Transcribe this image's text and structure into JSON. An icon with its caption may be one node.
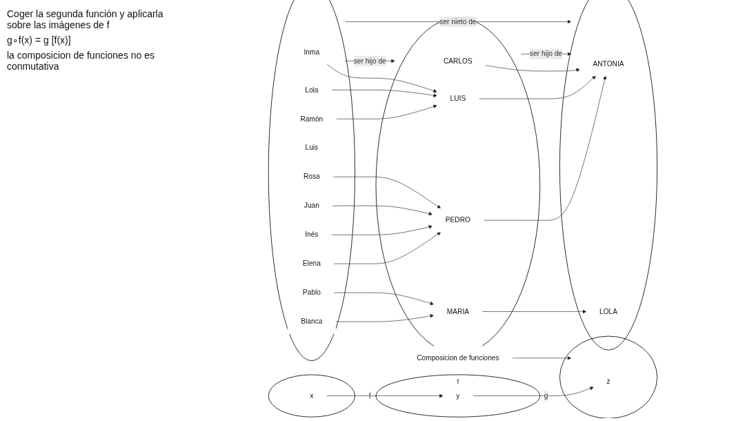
{
  "diagram": {
    "nodes": [
      {
        "text": [],
        "shape": "circle"
      },
      {
        "text": [
          "x"
        ],
        "in": 0
      },
      {
        "text": [
          "f"
        ]
      },
      {
        "text": [
          "y"
        ],
        "in": 2
      },
      {
        "text": [],
        "shape": "circle"
      },
      {
        "text": [
          "z"
        ],
        "in": 4
      },
      {
        "text": [
          "Composicion de funciones"
        ]
      },
      {
        "text": [],
        "shape": "circle"
      },
      {
        "text": [
          "Inma"
        ],
        "in": 7
      },
      {
        "text": [
          "Lola"
        ],
        "in": 7
      },
      {
        "text": [
          "Ramón"
        ],
        "in": 7
      },
      {
        "text": [
          "Luis"
        ],
        "in": 7
      },
      {
        "text": [
          "Rosa"
        ],
        "in": 7
      },
      {
        "text": [
          "Juan"
        ],
        "in": 7
      },
      {
        "text": [
          "Inés"
        ],
        "in": 7
      },
      {
        "text": [
          "Elena"
        ],
        "in": 7
      },
      {
        "text": [
          "Pablo"
        ],
        "in": 7
      },
      {
        "text": [
          "Blanca"
        ],
        "in": 7
      },
      {
        "text": [],
        "shape": "circle"
      },
      {
        "text": [
          "CARLOS"
        ],
        "in": 18
      },
      {
        "text": [
          "PEDRO"
        ],
        "in": 18
      },
      {
        "text": [
          "LUIS"
        ],
        "in": 18
      },
      {
        "text": [
          "MARIA"
        ],
        "in": 18
      },
      {
        "text": [],
        "shape": "circle"
      },
      {
        "text": [
          "ANTONIA"
        ],
        "in": 23
      },
      {
        "text": [
          "LOLA"
        ],
        "in": 23
      }
    ],
    "edges": [
      {
        "from": 1,
        "to": 3,
        "arrow": "to",
        "label": "f"
      },
      {
        "from": 3,
        "to": 5,
        "arrow": "to",
        "label": "g"
      },
      {
        "from": 6,
        "to": 4,
        "arrow": "to"
      },
      {
        "from": 7,
        "to": 18,
        "arrow": "to",
        "label": "ser hijo de"
      },
      {
        "from": 18,
        "to": 23,
        "arrow": "to",
        "label": "ser hijo de"
      },
      {
        "from": 7,
        "to": 23,
        "arrow": "to",
        "label": "ser nieto de"
      },
      {
        "from": 8,
        "to": 21,
        "arrow": "to"
      },
      {
        "from": 9,
        "to": 21,
        "arrow": "to"
      },
      {
        "from": 10,
        "to": 21,
        "arrow": "to"
      },
      {
        "from": 12,
        "to": 20,
        "arrow": "to"
      },
      {
        "from": 13,
        "to": 20,
        "arrow": "to"
      },
      {
        "from": 14,
        "to": 20,
        "arrow": "to"
      },
      {
        "from": 15,
        "to": 20,
        "arrow": "to"
      },
      {
        "from": 16,
        "to": 22,
        "arrow": "to"
      },
      {
        "from": 17,
        "to": 22,
        "arrow": "to"
      },
      {
        "from": 19,
        "to": 24,
        "arrow": "to"
      },
      {
        "from": 20,
        "to": 24,
        "arrow": "to"
      },
      {
        "from": 21,
        "to": 24,
        "arrow": "to"
      },
      {
        "from": 22,
        "to": 25,
        "arrow": "to"
      }
    ],
    "labels": [
      "Coger la segunda función y aplicarla sobre las imágenes de f",
      "g∘f(x) = g [f(x)]",
      "la composicion de funciones no es conmutativa"
    ]
  }
}
